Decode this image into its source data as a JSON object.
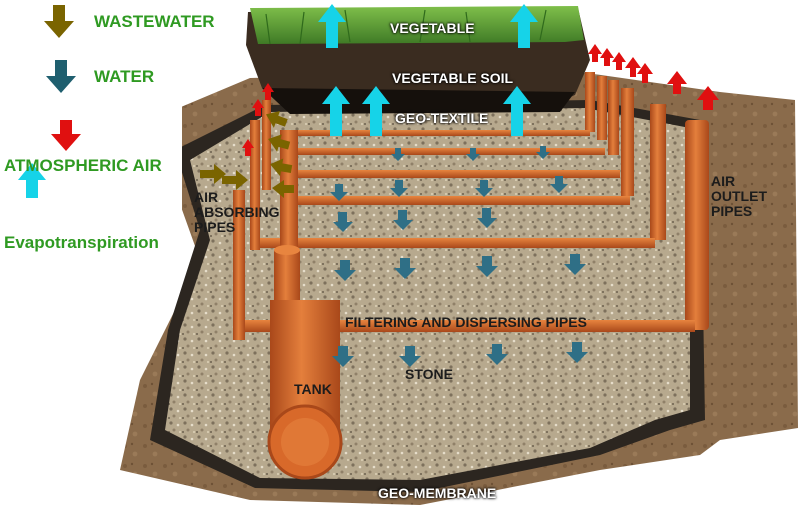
{
  "legend": {
    "wastewater": {
      "label": "WASTEWATER",
      "color": "#7a6400"
    },
    "water": {
      "label": "WATER",
      "color": "#1f5f6f"
    },
    "atmospheric_air": {
      "label": "ATMOSPHERIC AIR",
      "color": "#e01010"
    },
    "evapotranspiration": {
      "label": "Evapotranspiration",
      "color": "#16d3e8"
    }
  },
  "labels": {
    "vegetable": "VEGETABLE",
    "vegetable_soil": "VEGETABLE SOIL",
    "geo_textile": "GEO-TEXTILE",
    "air_absorbing_pipes": "AIR\nABSORBING\nPIPES",
    "air_outlet_pipes": "AIR\nOUTLET\nPIPES",
    "filtering_dispersing_pipes": "FILTERING AND DISPERSING PIPES",
    "tank": "TANK",
    "stone": "STONE",
    "geo_membrane": "GEO-MEMBRANE"
  },
  "colors": {
    "pipe": "#d8692a",
    "pipe_dark": "#a9481a",
    "gravel": "#b9a88c",
    "soil": "#8a6a48",
    "membrane": "#2c2620",
    "grass": "#5d9a36",
    "topsoil": "#3a2c20"
  }
}
